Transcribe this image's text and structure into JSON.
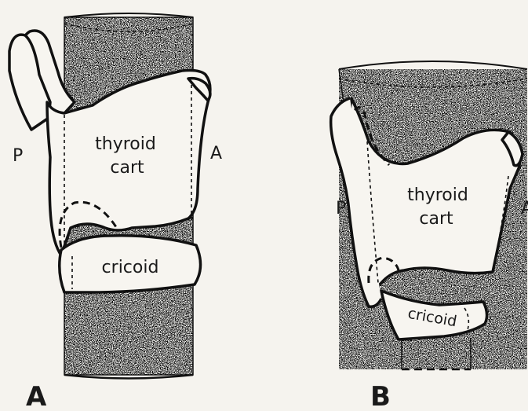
{
  "figure_a": {
    "panel_label": "A",
    "posterior_label": "P",
    "anterior_label": "A",
    "thyroid_line1": "thyroid",
    "thyroid_line2": "cart",
    "cricoid_label": "cricoid"
  },
  "figure_b": {
    "panel_label": "B",
    "posterior_label": "P",
    "anterior_label": "A",
    "thyroid_line1": "thyroid",
    "thyroid_line2": "cart",
    "cricoid_label": "cricoid"
  }
}
